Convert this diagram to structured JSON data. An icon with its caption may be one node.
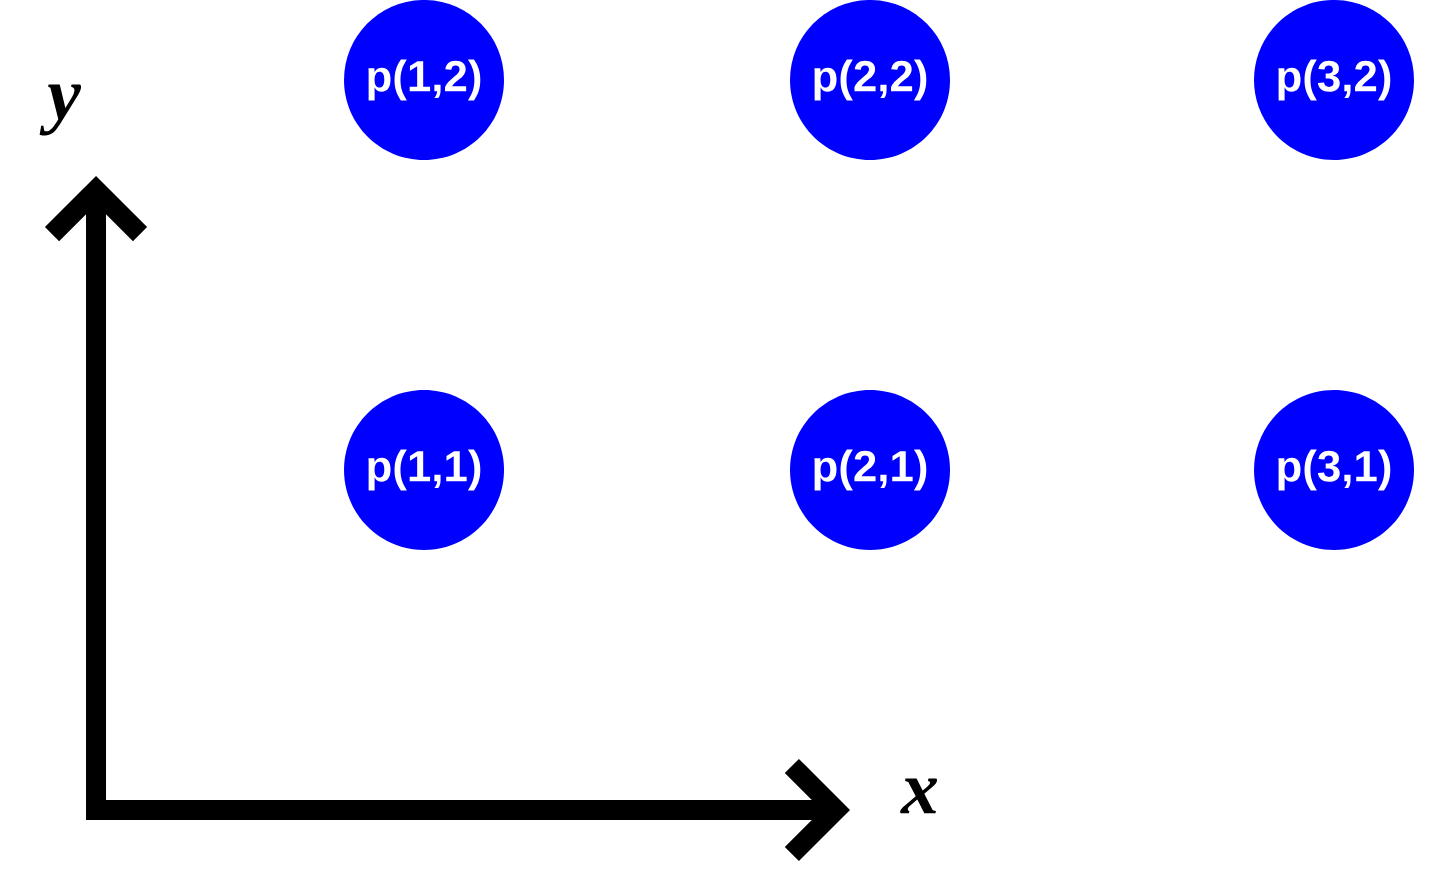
{
  "diagram": {
    "nodes": [
      {
        "text": [
          "p(1,2)"
        ]
      },
      {
        "text": [
          "p(2,2)"
        ]
      },
      {
        "text": [
          "p(3,2)"
        ]
      },
      {
        "text": [
          "p(1,1)"
        ]
      },
      {
        "text": [
          "p(2,1)"
        ]
      },
      {
        "text": [
          "p(3,1)"
        ]
      }
    ],
    "labels": [
      "y",
      "x"
    ]
  }
}
